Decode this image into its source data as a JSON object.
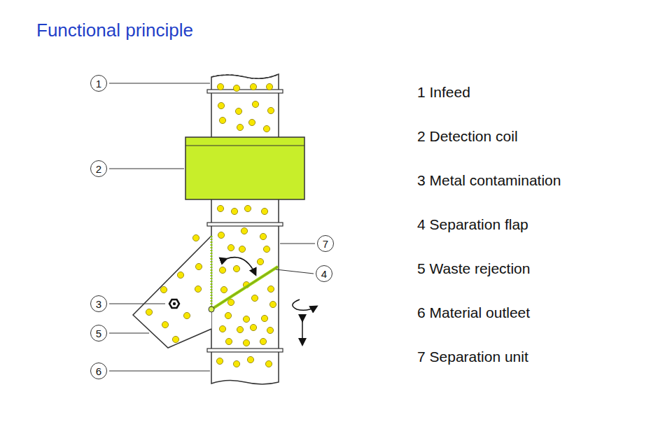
{
  "diagram": {
    "title": "Functional principle",
    "nodes": [
      {
        "text": [
          "1"
        ]
      },
      {
        "text": [
          "2"
        ]
      },
      {
        "text": [
          "7"
        ]
      },
      {
        "text": [
          "4"
        ]
      },
      {
        "text": [
          "3"
        ]
      },
      {
        "text": [
          "5"
        ]
      },
      {
        "text": [
          "6"
        ]
      }
    ],
    "labels": [
      "1 Infeed",
      "2 Detection coil",
      "3 Metal contamination",
      "4 Separation flap",
      "5 Waste rejection",
      "6 Material outleet",
      "7 Separation unit"
    ]
  }
}
